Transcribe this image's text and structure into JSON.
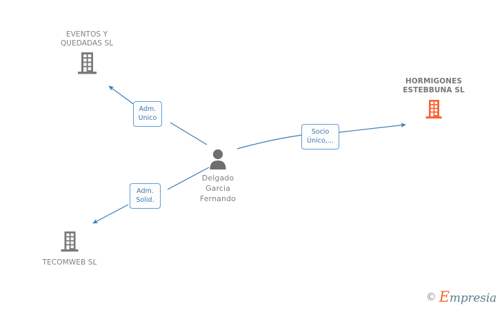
{
  "diagram": {
    "type": "entity-relationship-graph",
    "center": {
      "id": "person-delgado-garcia-fernando",
      "name": "Delgado\nGarcia\nFernando",
      "icon": "person-icon",
      "color": "#6e6e6e"
    },
    "nodes": [
      {
        "id": "eventos-y-quedadas-sl",
        "name": "EVENTOS Y\nQUEDADAS SL",
        "icon": "building-icon",
        "color": "#7a7a7a",
        "bold": false,
        "label_position": "above"
      },
      {
        "id": "hormigones-estebbuna-sl",
        "name": "HORMIGONES\nESTEBBUNA SL",
        "icon": "building-icon",
        "color": "#f96332",
        "bold": true,
        "label_position": "above"
      },
      {
        "id": "tecomweb-sl",
        "name": "TECOMWEB SL",
        "icon": "building-icon",
        "color": "#7a7a7a",
        "bold": false,
        "label_position": "below"
      }
    ],
    "edges": [
      {
        "id": "edge-adm-unico",
        "from": "person-delgado-garcia-fernando",
        "to": "eventos-y-quedadas-sl",
        "label": "Adm.\nUnico",
        "color": "#3c78b4"
      },
      {
        "id": "edge-socio-unico",
        "from": "person-delgado-garcia-fernando",
        "to": "hormigones-estebbuna-sl",
        "label": "Socio\nÚnico,...",
        "color": "#3c78b4"
      },
      {
        "id": "edge-adm-solid",
        "from": "person-delgado-garcia-fernando",
        "to": "tecomweb-sl",
        "label": "Adm.\nSolid.",
        "color": "#3c78b4"
      }
    ]
  },
  "watermark": {
    "copyright": "©",
    "brand_initial": "E",
    "brand_rest": "mpresia"
  },
  "colors": {
    "edge": "#3c78b4",
    "chip_border": "#5b9bd5",
    "chip_text": "#3c78b4",
    "node_gray": "#7a7a7a",
    "node_orange": "#f96332",
    "text_gray": "#808080",
    "background": "#ffffff"
  }
}
